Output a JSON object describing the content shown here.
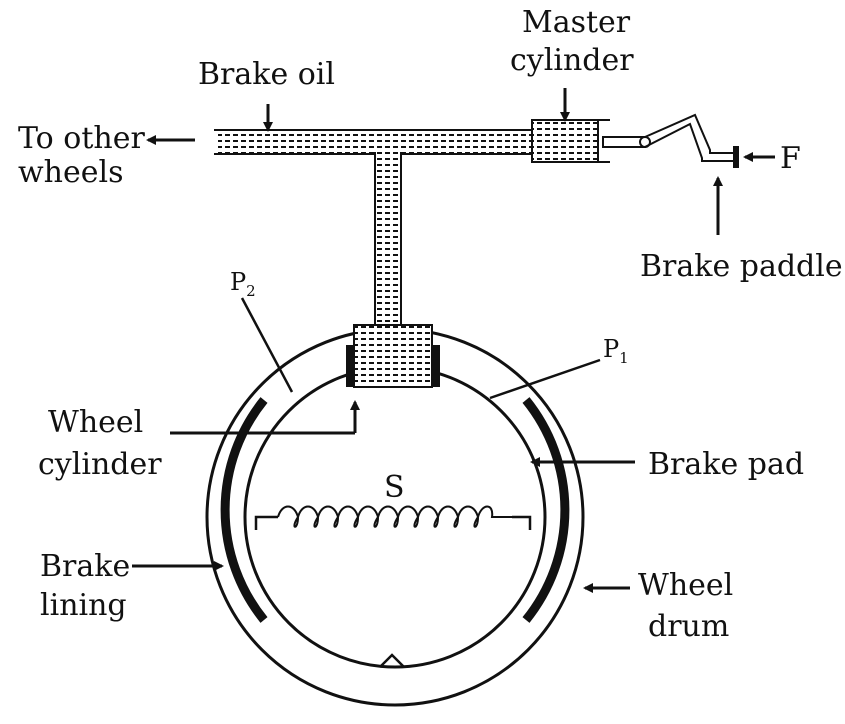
{
  "diagram": {
    "labels": {
      "brake_oil": "Brake oil",
      "to_other_1": "To other",
      "to_other_2": "wheels",
      "master_1": "Master",
      "master_2": "cylinder",
      "force": "F",
      "brake_paddle": "Brake paddle",
      "p1": "P",
      "p1_sub": "1",
      "p2": "P",
      "p2_sub": "2",
      "wheel_cyl_1": "Wheel",
      "wheel_cyl_2": "cylinder",
      "brake_pad": "Brake pad",
      "spring": "S",
      "brake_lining_1": "Brake",
      "brake_lining_2": "lining",
      "wheel_drum_1": "Wheel",
      "wheel_drum_2": "drum"
    },
    "colors": {
      "ink": "#111111",
      "background": "#ffffff"
    }
  }
}
